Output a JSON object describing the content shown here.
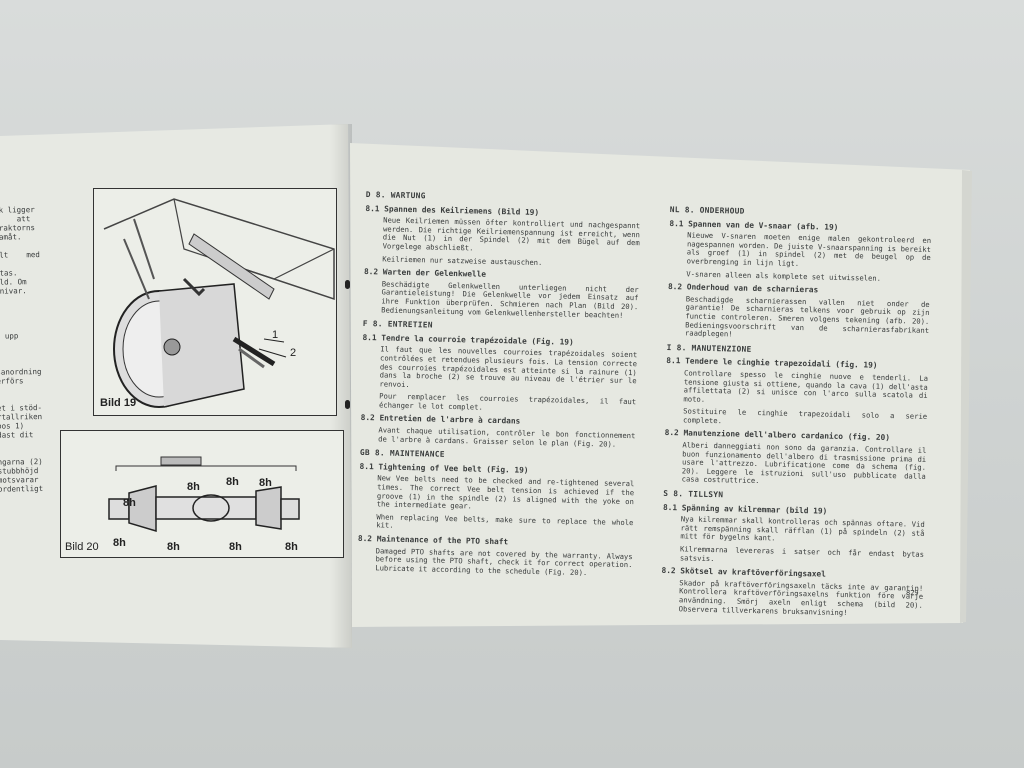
{
  "left_page": {
    "text_fragments": [
      "lk ligger",
      "     att",
      "traktorns",
      "ramåt.",
      "",
      "ilt    med",
      "",
      "rtas.",
      "ild. Om",
      "knivar.",
      "",
      "",
      "",
      "",
      "g upp",
      "",
      "",
      "",
      "sanordning",
      "erförs",
      "",
      "",
      "et i stöd-",
      "rtallriken",
      "oos 1)",
      "dast dit",
      "",
      "",
      "ngarna (2)",
      "stubbhöjd",
      "motsvarar",
      "ordentligt"
    ],
    "figure19": {
      "label": "Bild 19",
      "callouts": [
        "1",
        "2"
      ]
    },
    "figure20": {
      "label": "Bild 20",
      "callouts": [
        "8h",
        "8h",
        "8h",
        "8h",
        "8h",
        "8h",
        "8h",
        "8h"
      ]
    }
  },
  "right_page": {
    "page_number": "829",
    "column1": [
      {
        "type": "h1",
        "text": "D 8. WARTUNG"
      },
      {
        "type": "h2",
        "text": "8.1 Spannen des Keilriemens (Bild 19)"
      },
      {
        "type": "p",
        "text": "Neue Keilriemen müssen öfter kontrolliert und nachgespannt werden. Die richtige Keilriemenspannung ist erreicht, wenn die Nut (1) in der Spindel (2) mit dem Bügel auf dem Vorgelege abschließt."
      },
      {
        "type": "p",
        "text": "Keilriemen nur satzweise austauschen."
      },
      {
        "type": "h2",
        "text": "8.2 Warten der Gelenkwelle"
      },
      {
        "type": "p",
        "text": "Beschädigte Gelenkwellen unterliegen nicht der Garantieleistung! Die Gelenkwelle vor jedem Einsatz auf ihre Funktion überprüfen. Schmieren nach Plan (Bild 20). Bedienungsanleitung vom Gelenkwellenhersteller beachten!"
      },
      {
        "type": "h1",
        "text": "F 8. ENTRETIEN"
      },
      {
        "type": "h2",
        "text": "8.1 Tendre la courroie trapézoidale (Fig. 19)"
      },
      {
        "type": "p",
        "text": "Il faut que les nouvelles courroies trapézoidales soient contrôlées et retendues plusieurs fois. La tension correcte des courroies trapézoidales est atteinte si la rainure (1) dans la broche (2) se trouve au niveau de l'étrier sur le renvoi."
      },
      {
        "type": "p",
        "text": "Pour remplacer les courroies trapézoidales, il faut échanger le lot complet."
      },
      {
        "type": "h2",
        "text": "8.2 Entretien de l'arbre à cardans"
      },
      {
        "type": "p",
        "text": "Avant chaque utilisation, contrôler le bon fonctionnement de l'arbre à cardans. Graisser selon le plan (Fig. 20)."
      },
      {
        "type": "h1",
        "text": "GB 8. MAINTENANCE"
      },
      {
        "type": "h2",
        "text": "8.1 Tightening of Vee belt (Fig. 19)"
      },
      {
        "type": "p",
        "text": "New Vee belts need to be checked and re-tightened several times. The correct Vee belt tension is achieved if the groove (1) in the spindle (2) is aligned with the yoke on the intermediate gear."
      },
      {
        "type": "p",
        "text": "When replacing Vee belts, make sure to replace the whole kit."
      },
      {
        "type": "h2",
        "text": "8.2 Maintenance of the PTO shaft"
      },
      {
        "type": "p",
        "text": "Damaged PTO shafts are not covered by the warranty. Always before using the PTO shaft, check it for correct operation. Lubricate it according to the schedule (Fig. 20)."
      }
    ],
    "column2": [
      {
        "type": "h1",
        "text": "NL 8. ONDERHOUD"
      },
      {
        "type": "h2",
        "text": "8.1 Spannen van de V-snaar (afb. 19)"
      },
      {
        "type": "p",
        "text": "Nieuwe V-snaren moeten enige malen gekontroleerd en nagespannen worden. De juiste V-snaarspanning is bereikt als groef (1) in spindel (2) met de beugel op de overbrenging in lijn ligt."
      },
      {
        "type": "p",
        "text": "V-snaren alleen als komplete set uitwisselen."
      },
      {
        "type": "h2",
        "text": "8.2 Onderhoud van de scharnieras"
      },
      {
        "type": "p",
        "text": "Beschadigde scharnierassen vallen niet onder de garantie! De scharnieras telkens voor gebruik op zijn functie controleren. Smeren volgens tekening (afb. 20). Bedieningsvoorschrift van de scharnierasfabrikant raadplegen!"
      },
      {
        "type": "h1",
        "text": "I 8. MANUTENZIONE"
      },
      {
        "type": "h2",
        "text": "8.1 Tendere le cinghie trapezoidali (fig. 19)"
      },
      {
        "type": "p",
        "text": "Controllare spesso le cinghie nuove e tenderli. La tensione giusta si ottiene, quando la cava (1) dell'asta affilettata (2) si unisce con l'arco sulla scatola di moto."
      },
      {
        "type": "p",
        "text": "Sostituire le cinghie trapezoidali solo a serie complete."
      },
      {
        "type": "h2",
        "text": "8.2 Manutenzione dell'albero cardanico (fig. 20)"
      },
      {
        "type": "p",
        "text": "Alberi danneggiati non sono da garanzia. Controllare il buon funzionamento dell'albero di trasmissione prima di usare l'attrezzo. Lubrificatione come da schema (fig. 20). Leggere le istruzioni sull'uso pubblicate dalla casa costruttrice."
      },
      {
        "type": "h1",
        "text": "S 8. TILLSYN"
      },
      {
        "type": "h2",
        "text": "8.1 Spänning av kilremmar (bild 19)"
      },
      {
        "type": "p",
        "text": "Nya kilremmar skall kontrolleras och spännas oftare. Vid rätt remspänning skall räfflan (1) på spindeln (2) stå mitt för bygelns kant."
      },
      {
        "type": "p",
        "text": "Kilremmarna levereras i satser och får endast bytas satsvis."
      },
      {
        "type": "h2",
        "text": "8.2 Skötsel av kraftöverföringsaxel"
      },
      {
        "type": "p",
        "text": "Skador på kraftöverföringsaxeln täcks inte av garantin! Kontrollera kraftöverföringsaxelns funktion före varje användning. Smörj axeln enligt schema (bild 20). Observera tillverkarens bruksanvisning!"
      }
    ]
  }
}
